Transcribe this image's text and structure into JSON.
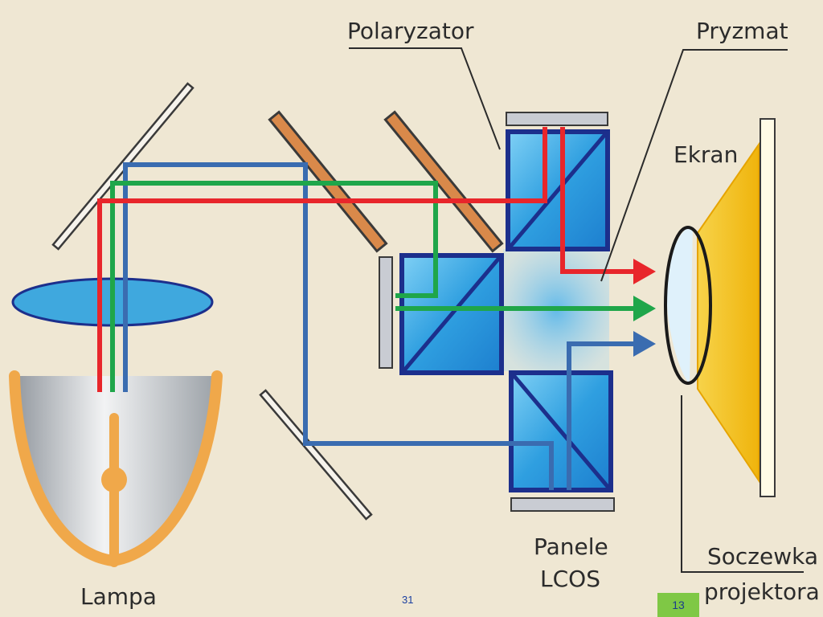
{
  "labels": {
    "polaryzator": "Polaryzator",
    "pryzmat": "Pryzmat",
    "ekran": "Ekran",
    "lampa": "Lampa",
    "panele_line1": "Panele",
    "panele_line2": "LCOS",
    "soczewka_line1": "Soczewka",
    "soczewka_line2": "projektora"
  },
  "footer": {
    "page_number": "31",
    "slide_number": "13"
  },
  "colors": {
    "background": "#efe7d3",
    "red_beam": "#e8262b",
    "green_beam": "#1fa64a",
    "blue_beam": "#3a6cb0",
    "mirror_dichroic": "#d9894a",
    "cube_fill": "#3aa7e0",
    "cube_border": "#1c2f8c",
    "lamp_reflector": "#f0a84a",
    "screen_cone": "#f3c21a"
  }
}
